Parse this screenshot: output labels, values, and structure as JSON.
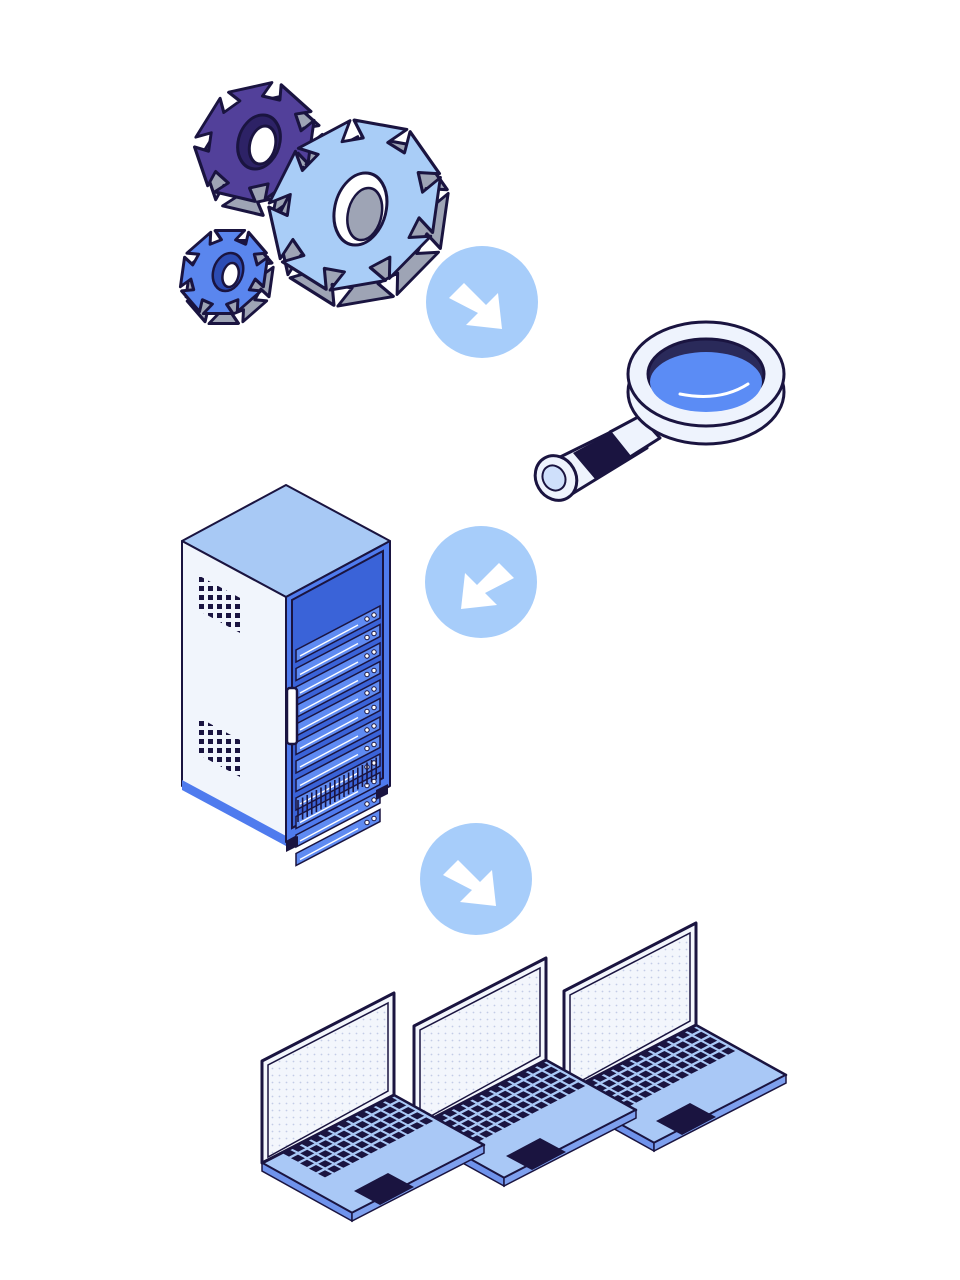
{
  "diagram": {
    "type": "isometric-process-flow",
    "steps": [
      {
        "icon": "gears-icon"
      },
      {
        "icon": "magnifying-glass-icon"
      },
      {
        "icon": "server-rack-icon"
      },
      {
        "icon": "laptops-icon",
        "count": 3
      }
    ],
    "connectors": [
      {
        "icon": "arrow-down-right-icon",
        "from": 1,
        "to": 2
      },
      {
        "icon": "arrow-down-left-icon",
        "from": 2,
        "to": 3
      },
      {
        "icon": "arrow-down-right-icon",
        "from": 3,
        "to": 4
      }
    ]
  },
  "colors": {
    "background": "#ffffff",
    "outline": "#1a1440",
    "gear_dark": "#52409a",
    "gear_light": "#a9cdf7",
    "gear_medium": "#5a86ee",
    "gear_side": "#ffffff",
    "gear_shadow": "#9ea4b5",
    "connector_circle": "#a7cdfa",
    "connector_arrow": "#ffffff",
    "lens": "#5b8cf5",
    "frame_light": "#eef3fd",
    "rack_top": "#a8c9f5",
    "rack_side": "#f1f5fc",
    "rack_front": "#4f7bee",
    "laptop_base": "#a9c8f6",
    "laptop_screen": "#f3f6fc"
  }
}
